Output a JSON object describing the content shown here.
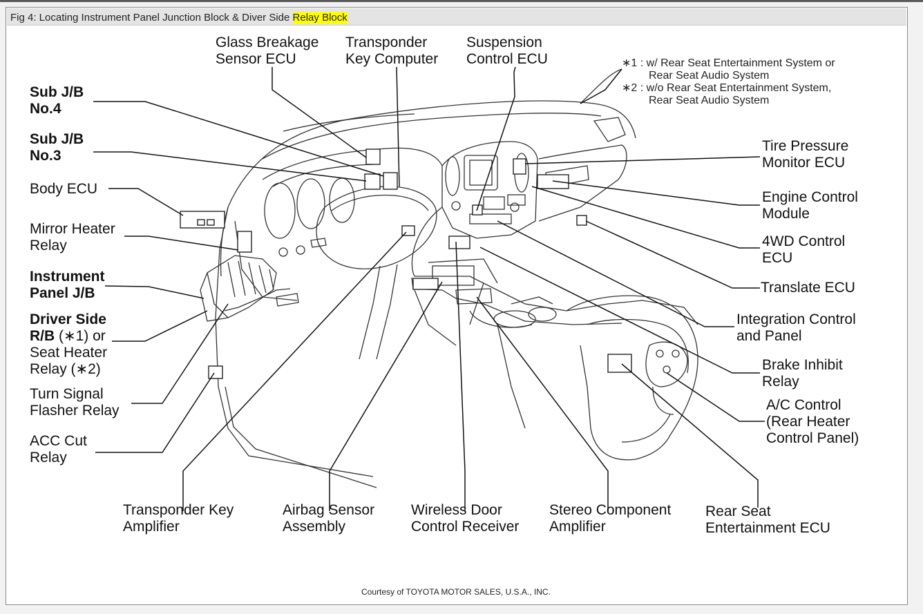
{
  "caption": {
    "text": "Fig 4: Locating Instrument Panel Junction Block & Diver Side ",
    "highlight": "Relay Block"
  },
  "notes": [
    {
      "marker": "∗1 :",
      "lines": [
        "w/ Rear Seat Entertainment System or",
        "Rear Seat Audio System"
      ]
    },
    {
      "marker": "∗2 :",
      "lines": [
        "w/o Rear Seat Entertainment System,",
        "Rear Seat Audio System"
      ]
    }
  ],
  "labels": {
    "glass_breakage": [
      "Glass Breakage",
      "Sensor ECU"
    ],
    "transponder_computer": [
      "Transponder",
      "Key Computer"
    ],
    "suspension": [
      "Suspension",
      "Control ECU"
    ],
    "sub_jb4": [
      "Sub J/B",
      "No.4"
    ],
    "sub_jb3": [
      "Sub J/B",
      "No.3"
    ],
    "body_ecu": [
      "Body ECU"
    ],
    "mirror_heater": [
      "Mirror Heater",
      "Relay"
    ],
    "instrument_panel_jb": [
      "Instrument",
      "Panel J/B"
    ],
    "driver_side": [
      "Driver Side",
      "R/B",
      " (∗1) or",
      "Seat Heater",
      "Relay (∗2)"
    ],
    "turn_signal": [
      "Turn Signal",
      "Flasher Relay"
    ],
    "acc_cut": [
      "ACC Cut",
      "Relay"
    ],
    "tire_pressure": [
      "Tire Pressure",
      "Monitor ECU"
    ],
    "engine_control": [
      "Engine Control",
      "Module"
    ],
    "wd_control": [
      "4WD Control",
      "ECU"
    ],
    "translate": [
      "Translate ECU"
    ],
    "integration": [
      "Integration Control",
      "and Panel"
    ],
    "brake_inhibit": [
      "Brake Inhibit",
      "Relay"
    ],
    "ac_control": [
      "A/C Control",
      "(Rear Heater",
      "Control Panel)"
    ],
    "transponder_amp": [
      "Transponder Key",
      "Amplifier"
    ],
    "airbag": [
      "Airbag Sensor",
      "Assembly"
    ],
    "wireless_door": [
      "Wireless Door",
      "Control Receiver"
    ],
    "stereo": [
      "Stereo Component",
      "Amplifier"
    ],
    "rear_seat": [
      "Rear Seat",
      "Entertainment ECU"
    ]
  },
  "courtesy": "Courtesy of TOYOTA MOTOR SALES, U.S.A., INC."
}
